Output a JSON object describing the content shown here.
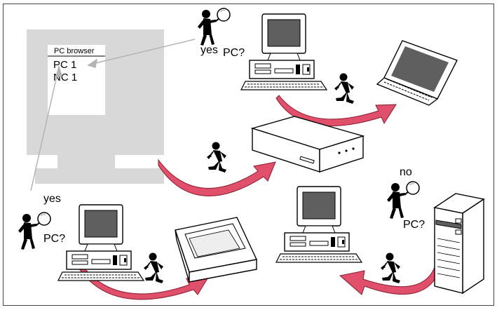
{
  "browser_window": {
    "title": "PC browser",
    "entries": [
      "PC 1",
      "NC 1"
    ]
  },
  "agents": {
    "top": {
      "answer": "yes",
      "question": "PC?"
    },
    "bottom_left": {
      "answer": "yes",
      "question": "PC?"
    },
    "bottom_right": {
      "answer": "no",
      "question": "PC?"
    }
  },
  "devices": [
    "monitor-icon",
    "desktop-pc-icon",
    "laptop-icon",
    "network-box-icon",
    "printer-icon",
    "tower-server-icon"
  ],
  "colors": {
    "arrow_fill": "#e0506a",
    "arrow_stroke": "#8a1c30",
    "monitor_gray": "#d8d8d8",
    "screen_dark": "#606060",
    "connector_line": "#b4b4b4"
  }
}
